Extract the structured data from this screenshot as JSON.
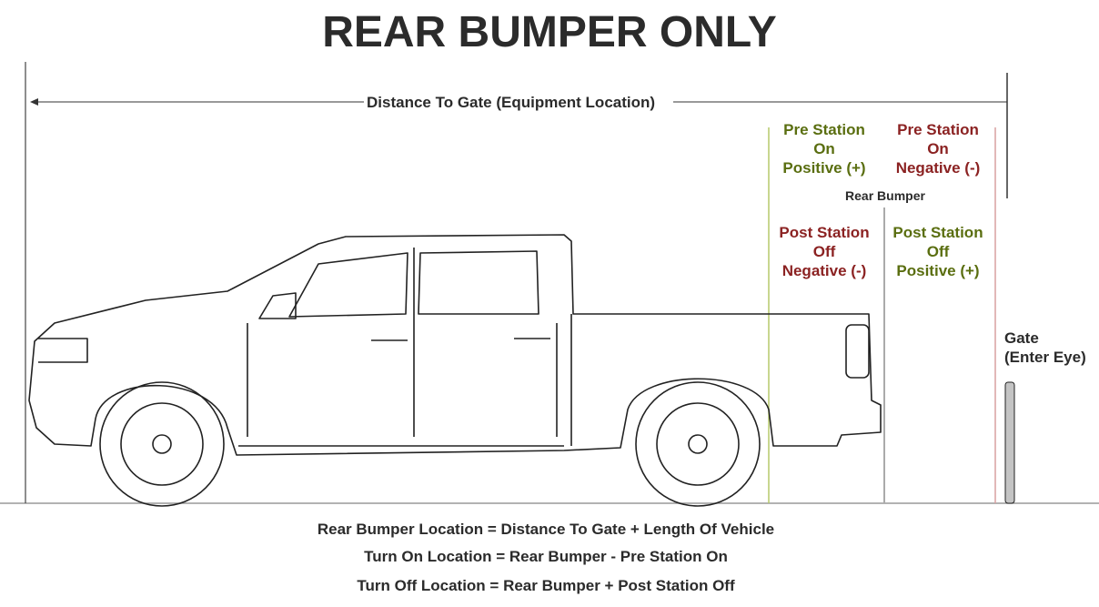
{
  "title": "REAR BUMPER ONLY",
  "distance_label": "Distance To Gate (Equipment Location)",
  "pre_station_on_positive": [
    "Pre Station",
    "On",
    "Positive (+)"
  ],
  "pre_station_on_negative": [
    "Pre Station",
    "On",
    "Negative (-)"
  ],
  "rear_bumper_label": "Rear Bumper",
  "post_station_off_negative": [
    "Post Station",
    "Off",
    "Negative (-)"
  ],
  "post_station_off_positive": [
    "Post Station",
    "Off",
    "Positive (+)"
  ],
  "gate_label": [
    "Gate",
    "(Enter Eye)"
  ],
  "formulas": [
    "Rear Bumper Location = Distance To Gate + Length Of Vehicle",
    "Turn On Location = Rear Bumper - Pre Station On",
    "Turn Off Location = Rear Bumper + Post Station Off"
  ],
  "colors": {
    "positive": "#5a6e10",
    "negative": "#8b2222",
    "text": "#2b2b2b"
  }
}
